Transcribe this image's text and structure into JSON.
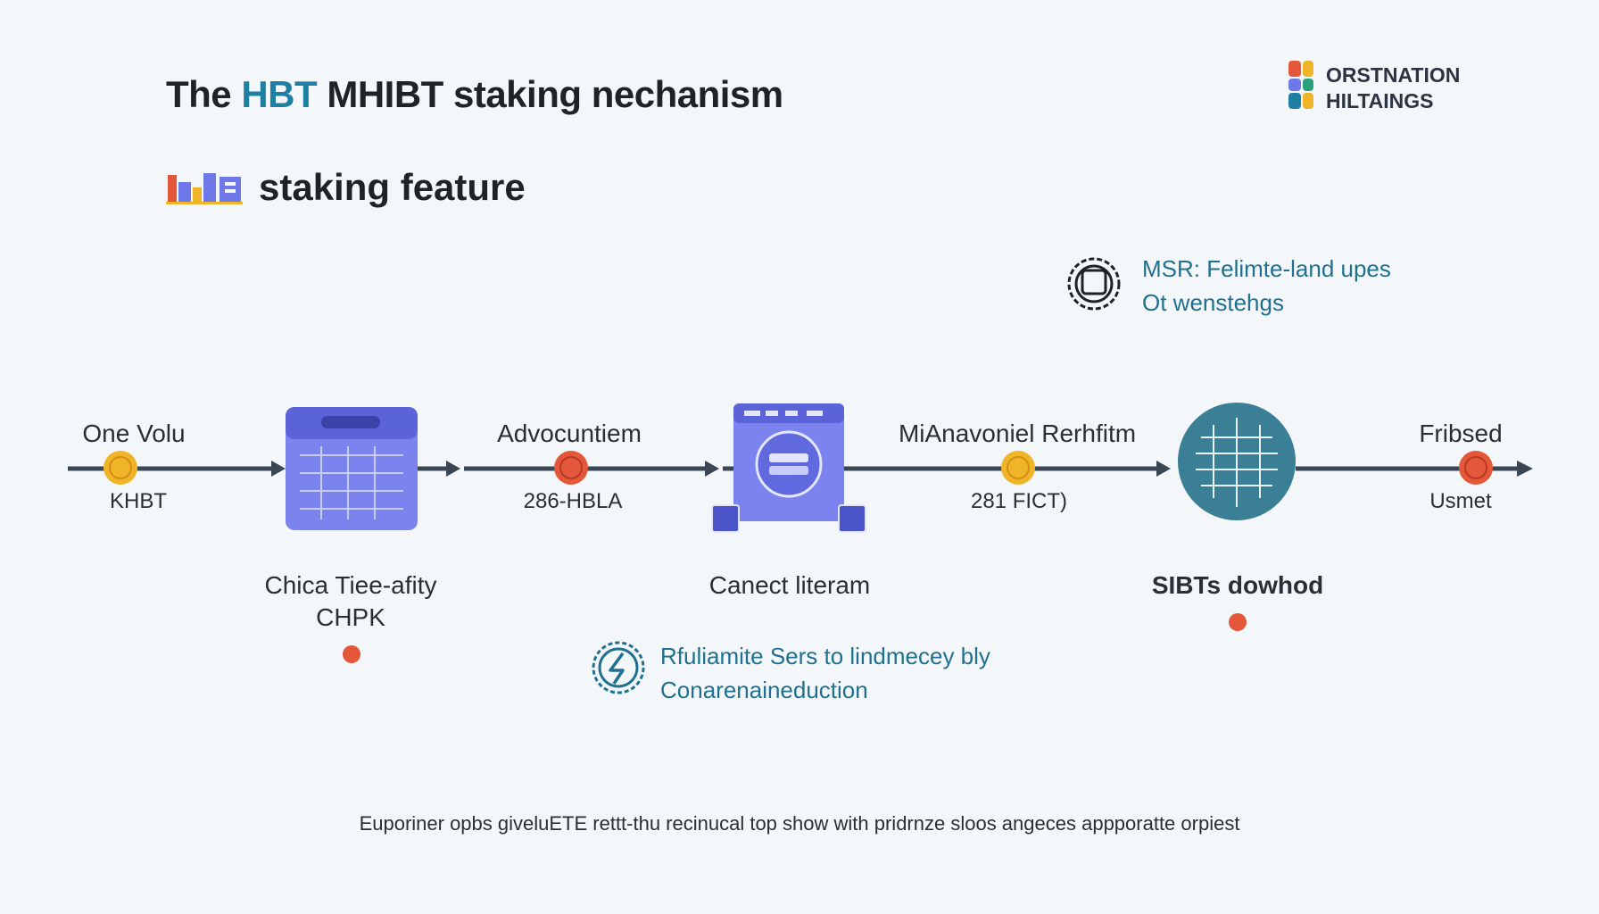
{
  "header": {
    "title_prefix": "The ",
    "title_accent": "HBT",
    "title_rest": " MHIBT staking nechanism",
    "subtitle": "staking feature"
  },
  "brand": {
    "line1": "ORSTNATION",
    "line2": "HILTAINGS"
  },
  "notes": {
    "top_line1": "MSR: Felimte-land upes",
    "top_line2": "Ot wenstehgs",
    "bottom_line1": "Rfuliamite Sers to lindmecey bly",
    "bottom_line2": "Conarenaineduction"
  },
  "stages": [
    {
      "label": "One Volu",
      "value": "KHBT"
    },
    {
      "label": "Advocuntiem",
      "value": "286-HBLA"
    },
    {
      "label": "MiAnavoniel Rerhfitm",
      "value": "281 FICT)"
    },
    {
      "label": "Fribsed",
      "value": "Usmet"
    }
  ],
  "captions": {
    "calendar_line1": "Chica Tiee-afity",
    "calendar_line2": "CHPK",
    "contract": "Canect literam",
    "network": "SIBTs dowhod"
  },
  "footer": "Euporiner opbs giveluETE rettt-thu recinucal top show with pridrnze sloos angeces appporatte orpiest",
  "colors": {
    "accent": "#1e7fa3",
    "gold_coin": "#f0b429",
    "red_coin": "#e4573a",
    "dot": "#e4573a",
    "flow_line": "#3a4654",
    "icon_purple": "#6f78e8",
    "globe": "#3b7f96"
  },
  "icons": [
    "bar-chart-logo-icon",
    "brand-logo-icon",
    "badge-outline-icon",
    "lightning-gear-icon",
    "calendar-grid-icon",
    "browser-contract-icon",
    "network-globe-icon",
    "coin-icon"
  ]
}
